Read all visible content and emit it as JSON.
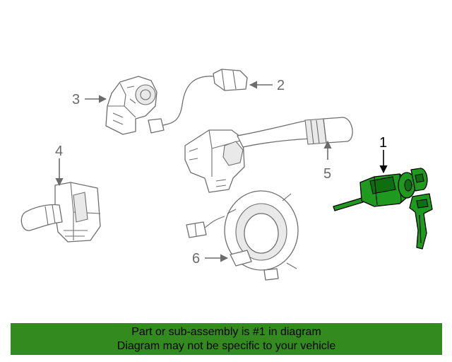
{
  "diagram": {
    "callouts": {
      "c1": "1",
      "c2": "2",
      "c3": "3",
      "c4": "4",
      "c5": "5",
      "c6": "6"
    },
    "colors": {
      "highlight": "#1f9a1f",
      "banner": "#338a1e",
      "outline": "#6e6e6e"
    }
  },
  "banner": {
    "line1": "Part or sub-assembly is #1 in diagram",
    "line2": "Diagram may not be specific to your vehicle"
  }
}
